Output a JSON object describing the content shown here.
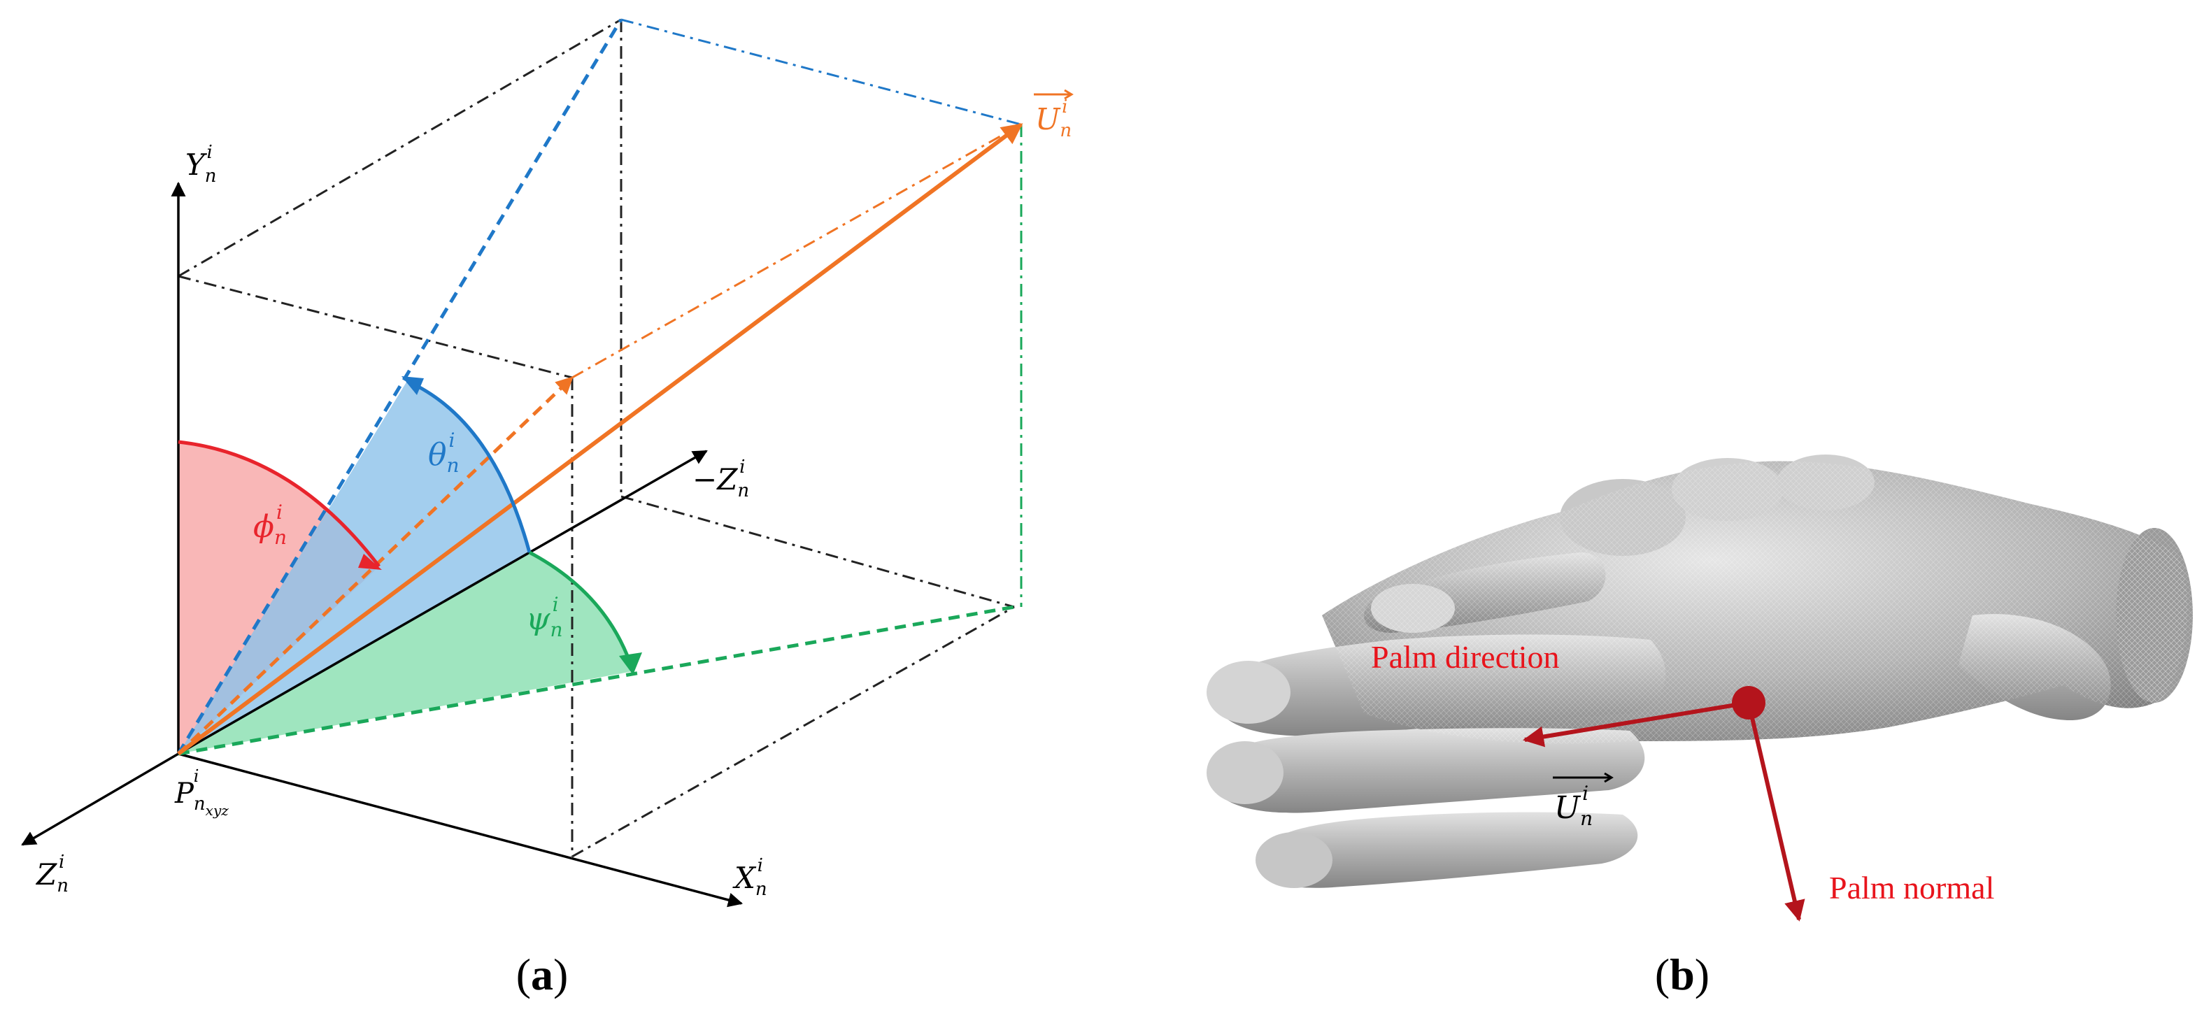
{
  "panel_a": {
    "caption_open": "(",
    "caption_letter": "a",
    "caption_close": ")",
    "axes": {
      "y_base": "Y",
      "y_sub": "n",
      "y_sup": "i",
      "x_base": "X",
      "x_sub": "n",
      "x_sup": "i",
      "z_base": "Z",
      "z_sub": "n",
      "z_sup": "i",
      "negz_base": "−Z",
      "negz_sub": "n",
      "negz_sup": "i"
    },
    "origin": {
      "base": "P",
      "sub": "n",
      "subsub": "xyz",
      "sup": "i"
    },
    "vector": {
      "base": "U",
      "sub": "n",
      "sup": "i"
    },
    "angles": {
      "phi_base": "ϕ",
      "phi_sub": "n",
      "phi_sup": "i",
      "theta_base": "θ",
      "theta_sub": "n",
      "theta_sup": "i",
      "psi_base": "ψ",
      "psi_sub": "n",
      "psi_sup": "i"
    },
    "colors": {
      "vector": "#f07424",
      "theta": "#1f78c8",
      "psi": "#1aa85a",
      "phi": "#e8242c",
      "phi_fill": "#f8aaaa",
      "theta_fill": "#8cc2ea",
      "psi_fill": "#8ee0b4",
      "axis": "#000000",
      "guide": "#222222"
    }
  },
  "panel_b": {
    "caption_open": "(",
    "caption_letter": "b",
    "caption_close": ")",
    "palm_direction_label": "Palm direction",
    "palm_normal_label": "Palm normal",
    "vector": {
      "base": "U",
      "sub": "n",
      "sup": "i"
    },
    "colors": {
      "arrow": "#b4141c",
      "label": "#e8141c",
      "hand": "#b8b8b8"
    }
  }
}
